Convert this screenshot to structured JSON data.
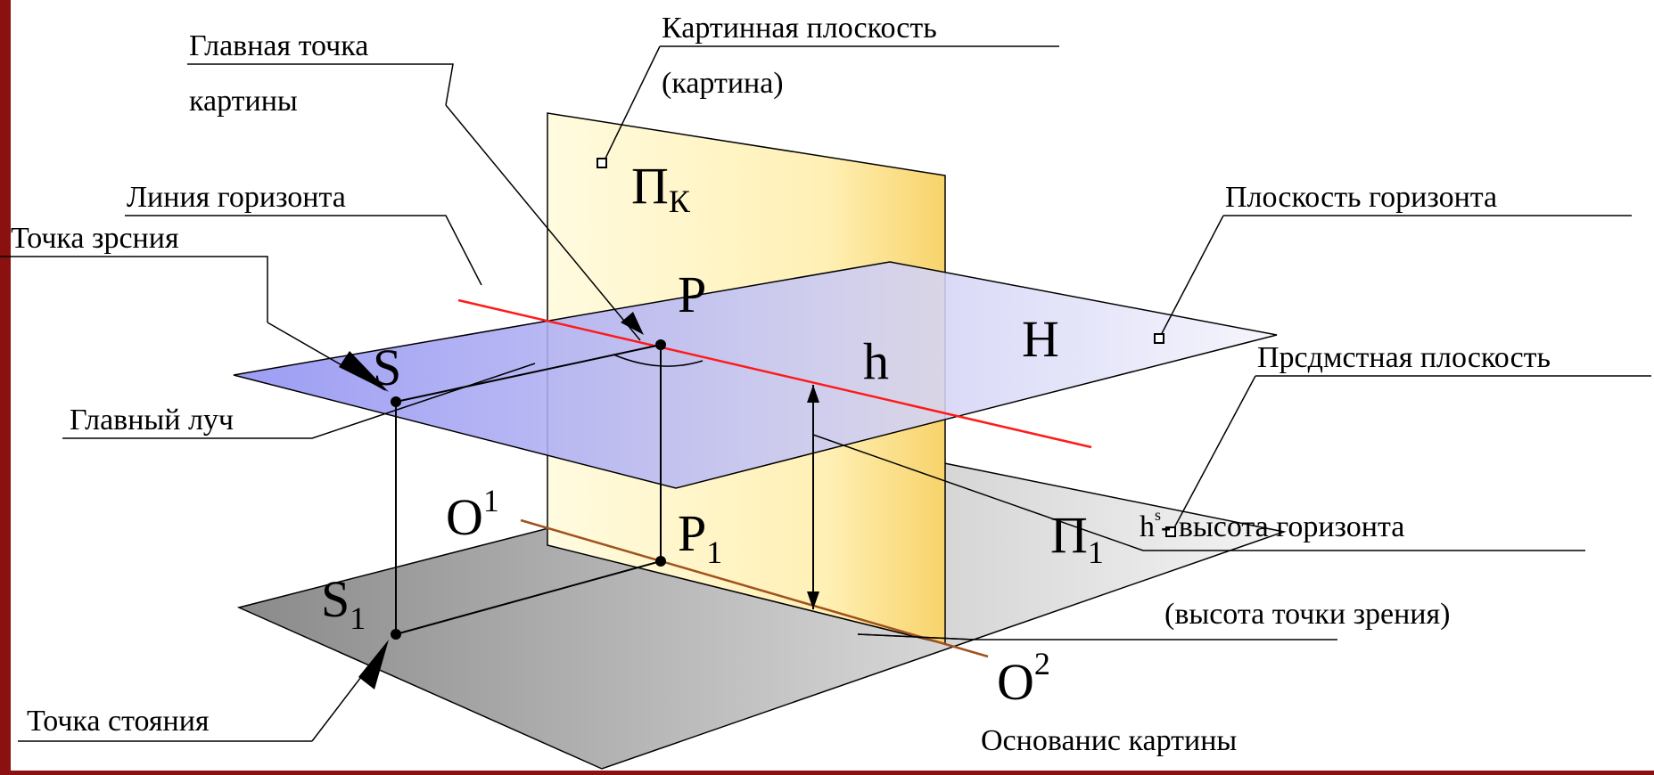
{
  "colors": {
    "border": "#8b1010",
    "background": "#ffffff",
    "horizon_line": "#ff1a1a",
    "picture_base_line": "#a0521d",
    "horizon_plane": "#8f8ff2",
    "picture_plane": "#fff3b8",
    "object_plane": "#8a8a8a"
  },
  "labels": {
    "picture_plane": "Картинная плоскость",
    "picture_plane_alt": "(картина)",
    "main_point_line1": "Главная точка",
    "main_point_line2": "картины",
    "horizon_line": "Линия горизонта",
    "horizon_plane": "Плоскость горизонта",
    "view_point": "Точка зрсния",
    "main_ray": "Главный луч",
    "object_plane": "Прсдмстная плоскость",
    "horizon_height_sup": "s",
    "horizon_height": "- высота горизонта",
    "horizon_height_alt": "(высота точки зрения)",
    "station_point": "Точка стояния",
    "picture_base": "Основанис картины"
  },
  "symbols": {
    "pk": "П",
    "pk_sub": "К",
    "p": "P",
    "h": "h",
    "h_label": "h",
    "H": "H",
    "s": "S",
    "s1": "S",
    "s1_sub": "1",
    "o1": "O",
    "o1_sup": "1",
    "p1": "P",
    "p1_sub": "1",
    "pi1": "П",
    "pi1_sub": "1",
    "o2": "O",
    "o2_sup": "2"
  }
}
